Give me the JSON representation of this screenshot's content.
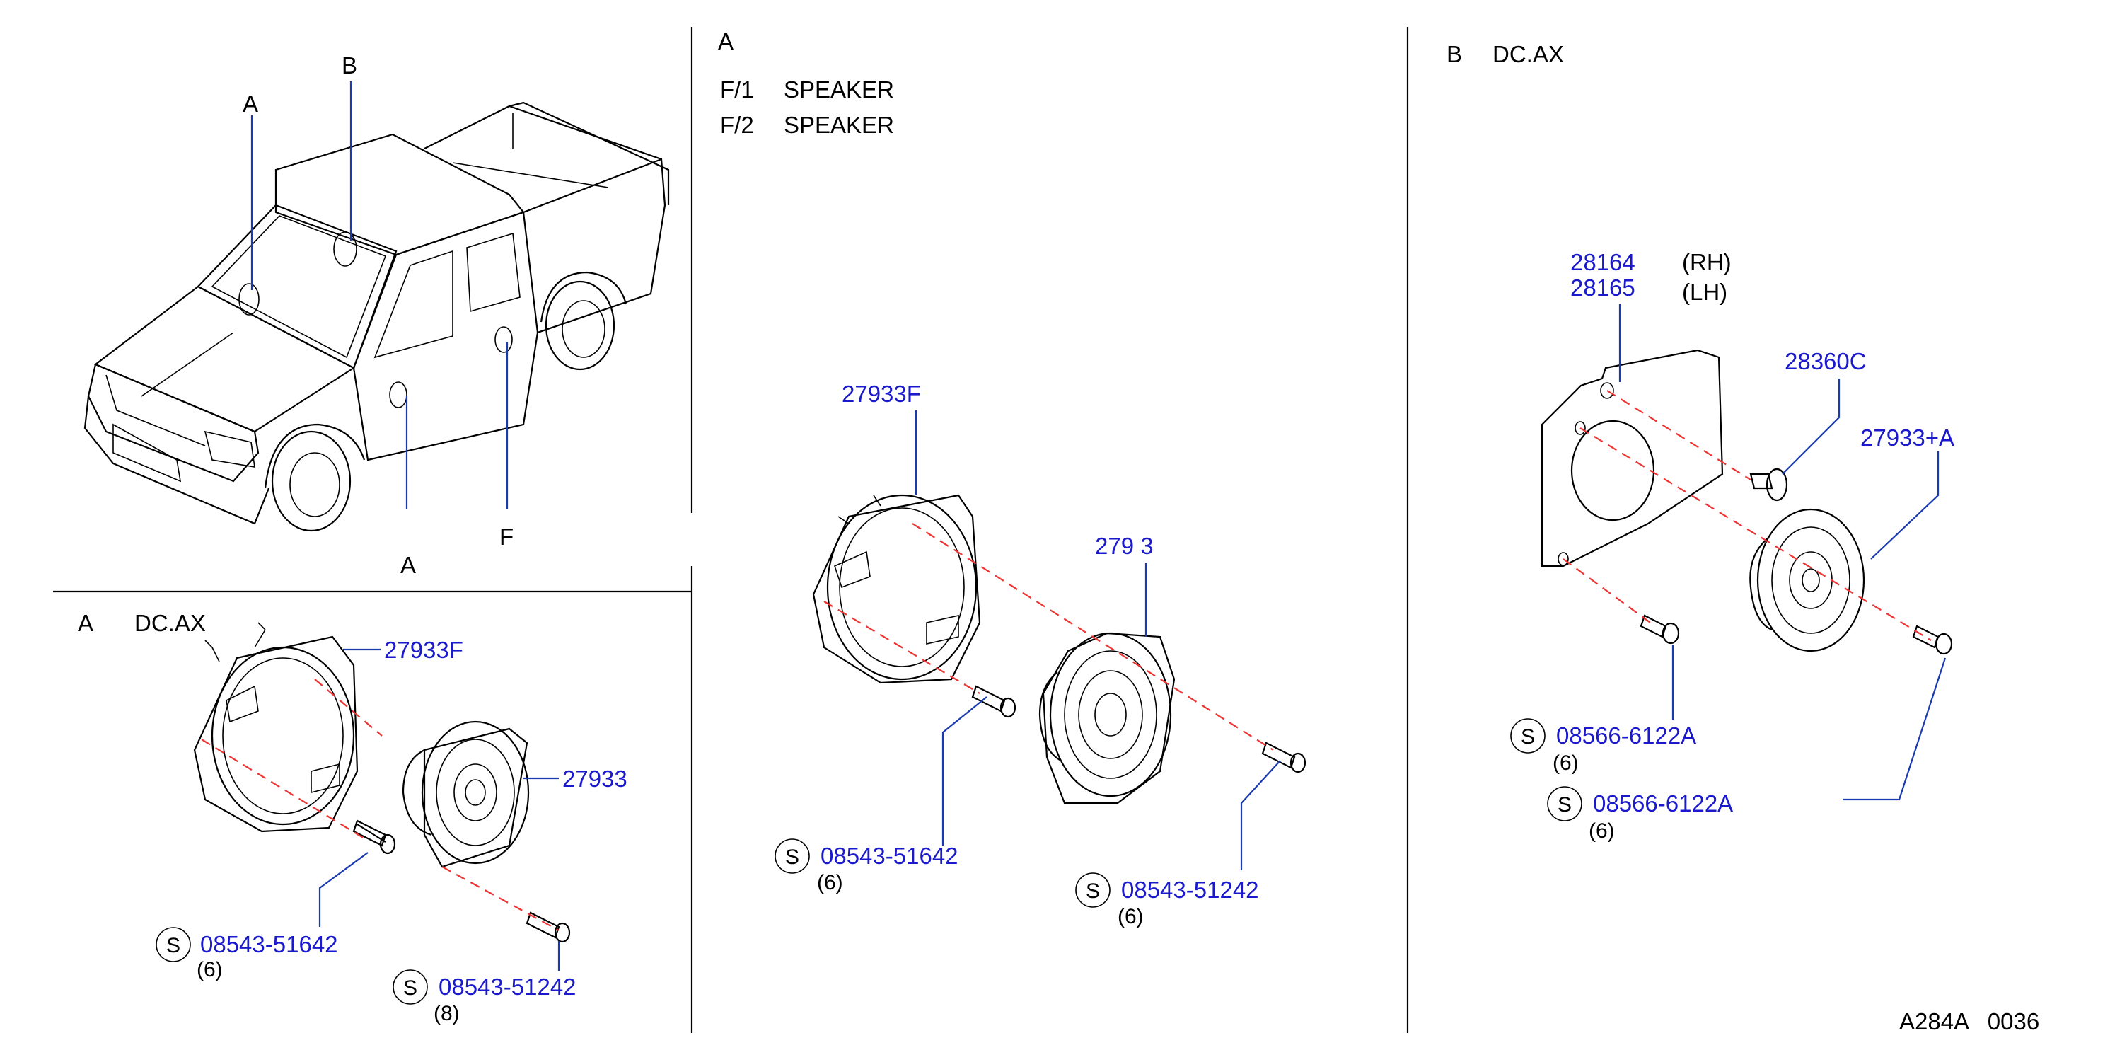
{
  "diagram_code": "A284A   0036",
  "overview": {
    "callouts": {
      "a_top": "A",
      "b_top": "B",
      "a_bottom": "A",
      "f_bottom": "F"
    }
  },
  "panel_a_lower": {
    "view": "A",
    "variant": "DC.AX",
    "parts": {
      "bracket": "27933F",
      "speaker": "27933",
      "screw_1": "08543-51642",
      "screw_1_qty": "(6)",
      "screw_2": "08543-51242",
      "screw_2_qty": "(8)"
    },
    "service_mark": "S"
  },
  "panel_a_upper": {
    "view": "A",
    "rows": [
      {
        "code": "F/1",
        "name": "SPEAKER"
      },
      {
        "code": "F/2",
        "name": "SPEAKER"
      }
    ],
    "parts": {
      "bracket": "27933F",
      "speaker": "279 3",
      "screw_1": "08543-51642",
      "screw_1_qty": "(6)",
      "screw_2": "08543-51242",
      "screw_2_qty": "(6)"
    },
    "service_mark": "S"
  },
  "panel_b": {
    "view": "B",
    "variant": "DC.AX",
    "parts": {
      "bracket_rh": "28164",
      "bracket_rh_side": "(RH)",
      "bracket_lh": "28165",
      "bracket_lh_side": "(LH)",
      "clip": "28360C",
      "speaker": "27933+A",
      "screw_1": "08566-6122A",
      "screw_1_qty": "(6)",
      "screw_2": "08566-6122A",
      "screw_2_qty": "(6)"
    },
    "service_mark": "S"
  },
  "colors": {
    "part_number": "#1a1acc",
    "leader": "#1a3ab0",
    "centerline": "#e33"
  }
}
